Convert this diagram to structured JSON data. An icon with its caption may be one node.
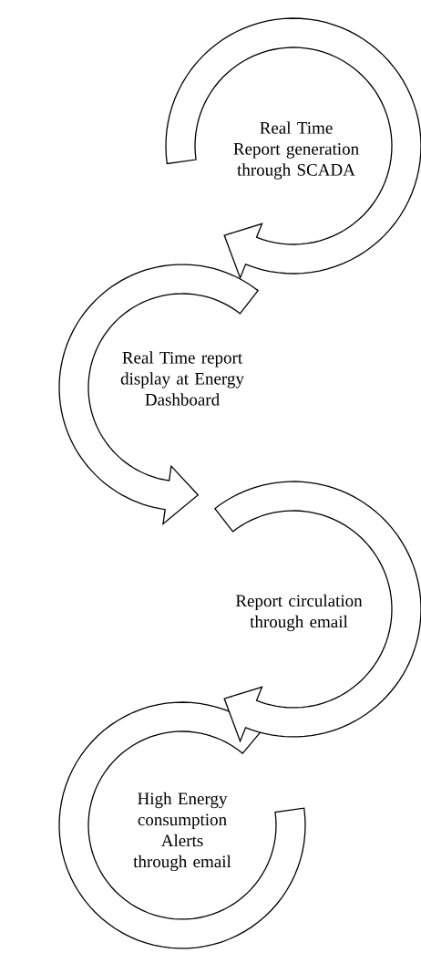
{
  "diagram": {
    "nodes": [
      {
        "text": [
          "Real Time Report generation through SCADA"
        ]
      },
      {
        "text": [
          "Real Time report display at Energy Dashboard"
        ]
      },
      {
        "text": [
          "Report circulation through email"
        ]
      },
      {
        "text": [
          "High Energy consumption Alerts through email"
        ]
      }
    ]
  }
}
